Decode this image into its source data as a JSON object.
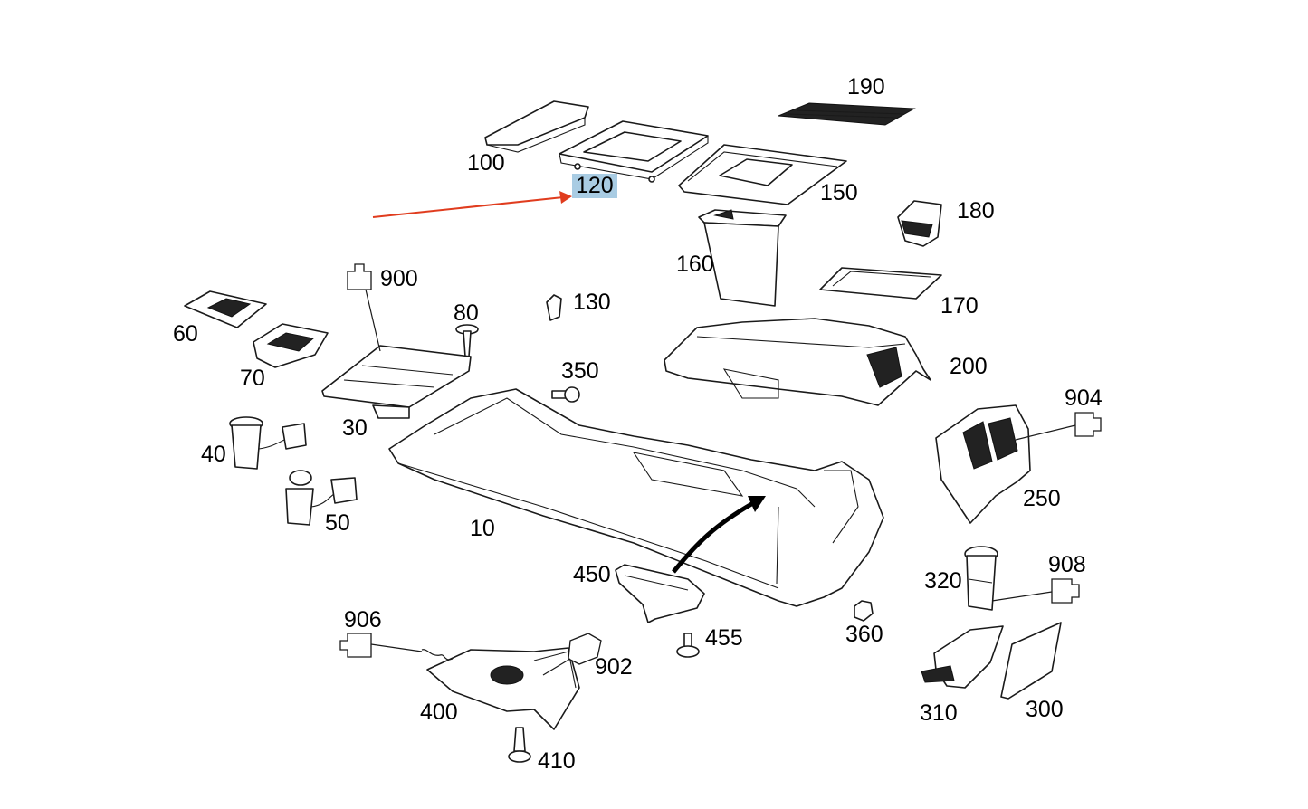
{
  "diagram": {
    "highlighted_callout": "120",
    "arrow_color": "#e03c1e",
    "highlight_color": "#a9cce3",
    "callouts": [
      {
        "id": "100",
        "text": "100"
      },
      {
        "id": "120",
        "text": "120"
      },
      {
        "id": "150",
        "text": "150"
      },
      {
        "id": "160",
        "text": "160"
      },
      {
        "id": "170",
        "text": "170"
      },
      {
        "id": "180",
        "text": "180"
      },
      {
        "id": "190",
        "text": "190"
      },
      {
        "id": "200",
        "text": "200"
      },
      {
        "id": "130",
        "text": "130"
      },
      {
        "id": "80",
        "text": "80"
      },
      {
        "id": "900",
        "text": "900"
      },
      {
        "id": "60",
        "text": "60"
      },
      {
        "id": "70",
        "text": "70"
      },
      {
        "id": "30",
        "text": "30"
      },
      {
        "id": "350",
        "text": "350"
      },
      {
        "id": "40",
        "text": "40"
      },
      {
        "id": "50",
        "text": "50"
      },
      {
        "id": "10",
        "text": "10"
      },
      {
        "id": "904",
        "text": "904"
      },
      {
        "id": "250",
        "text": "250"
      },
      {
        "id": "908",
        "text": "908"
      },
      {
        "id": "320",
        "text": "320"
      },
      {
        "id": "450",
        "text": "450"
      },
      {
        "id": "455",
        "text": "455"
      },
      {
        "id": "360",
        "text": "360"
      },
      {
        "id": "906",
        "text": "906"
      },
      {
        "id": "902",
        "text": "902"
      },
      {
        "id": "400",
        "text": "400"
      },
      {
        "id": "410",
        "text": "410"
      },
      {
        "id": "310",
        "text": "310"
      },
      {
        "id": "300",
        "text": "300"
      }
    ]
  }
}
